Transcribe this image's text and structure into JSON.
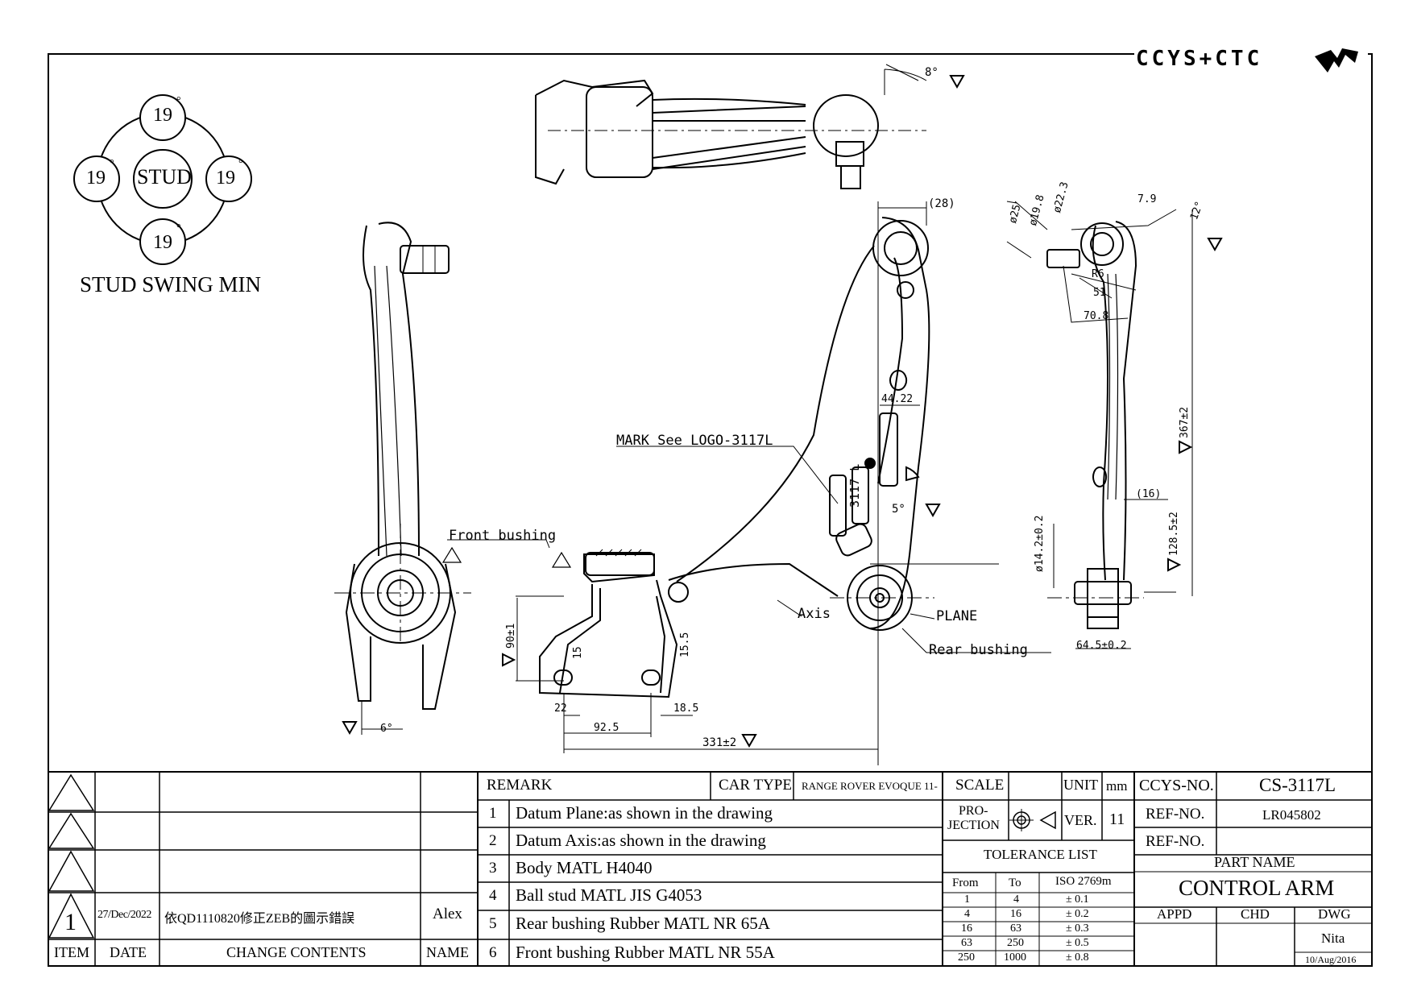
{
  "brand": {
    "logo_text": "CCYS+CTC"
  },
  "stud_swing": {
    "label": "STUD SWING MIN",
    "center": "STUD",
    "angles": [
      "19",
      "19",
      "19",
      "19"
    ],
    "degree_mark": "°"
  },
  "callouts": {
    "front_bushing": "Front bushing",
    "mark": "MARK See LOGO-3117L",
    "axis": "Axis",
    "plane": "PLANE",
    "rear_bushing": "Rear bushing",
    "part_mark": "3117 L"
  },
  "dimensions": {
    "top_angle": "8°",
    "d28": "(28)",
    "d4422": "44.22",
    "a5": "5°",
    "d90": "90±1",
    "d15": "15",
    "d155": "15.5",
    "d22": "22",
    "d185": "18.5",
    "d925": "92.5",
    "d331": "331±2",
    "a6": "6°",
    "phi25": "ø25",
    "phi198": "ø19.8",
    "phi223": "ø22.3",
    "d79": "7.9",
    "a12": "12°",
    "r6": "R6",
    "d51": "51",
    "d708": "70.8",
    "d367": "367±2",
    "d16": "(16)",
    "d1285": "128.5±2",
    "phi142": "ø14.2±0.2",
    "d645": "64.5±0.2"
  },
  "revisions": {
    "rows": [
      {
        "item": "",
        "date": "",
        "content": "",
        "name": ""
      },
      {
        "item": "",
        "date": "",
        "content": "",
        "name": ""
      },
      {
        "item": "",
        "date": "",
        "content": "",
        "name": ""
      },
      {
        "item": "1",
        "date": "27/Dec/2022",
        "content": "依QD1110820修正ZEB的圖示錯誤",
        "name": "Alex"
      }
    ],
    "headers": {
      "item": "ITEM",
      "date": "DATE",
      "content": "CHANGE CONTENTS",
      "name": "NAME"
    }
  },
  "remarks": {
    "header": "REMARK",
    "car_type_label": "CAR TYPE",
    "car_type": "RANGE ROVER EVOQUE 11-",
    "items": [
      {
        "no": "1",
        "text": "Datum Plane:as shown in the drawing"
      },
      {
        "no": "2",
        "text": "Datum Axis:as shown in the drawing"
      },
      {
        "no": "3",
        "text": "Body MATL H4040"
      },
      {
        "no": "4",
        "text": "Ball stud MATL JIS G4053"
      },
      {
        "no": "5",
        "text": "Rear bushing Rubber MATL NR 65A"
      },
      {
        "no": "6",
        "text": "Front bushing Rubber MATL NR 55A"
      }
    ]
  },
  "spec": {
    "scale_label": "SCALE",
    "scale": "",
    "unit_label": "UNIT",
    "unit": "mm",
    "projection_label_1": "PRO-",
    "projection_label_2": "JECTION",
    "ver_label": "VER.",
    "ver": "11",
    "tolerance_title": "TOLERANCE LIST",
    "tol_headers": [
      "From",
      "To",
      "ISO 2769m"
    ],
    "tolerances": [
      [
        "1",
        "4",
        "± 0.1"
      ],
      [
        "4",
        "16",
        "± 0.2"
      ],
      [
        "16",
        "63",
        "± 0.3"
      ],
      [
        "63",
        "250",
        "± 0.5"
      ],
      [
        "250",
        "1000",
        "± 0.8"
      ]
    ]
  },
  "title_block": {
    "ccys_no_label": "CCYS-NO.",
    "ccys_no": "CS-3117L",
    "ref_no_label": "REF-NO.",
    "ref_no": "LR045802",
    "ref_no2_label": "REF-NO.",
    "ref_no2": "",
    "part_name_label": "PART NAME",
    "part_name": "CONTROL ARM",
    "appd_label": "APPD",
    "chd_label": "CHD",
    "dwg_label": "DWG",
    "dwg_name": "Nita",
    "dwg_date": "10/Aug/2016"
  }
}
